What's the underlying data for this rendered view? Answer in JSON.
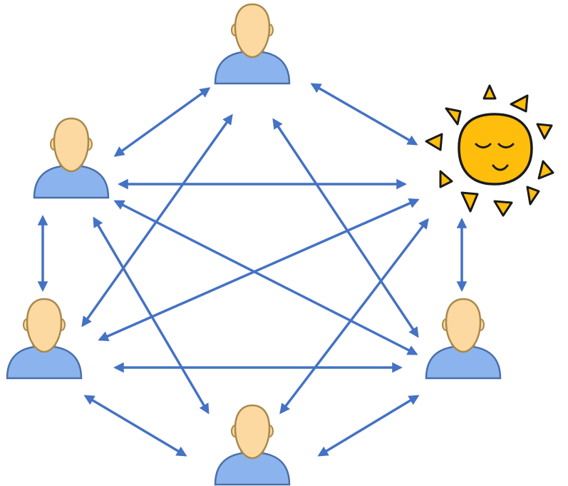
{
  "diagram": {
    "nodes": [
      {
        "id": "top",
        "kind": "person",
        "icon": "person-icon"
      },
      {
        "id": "upper-left",
        "kind": "person",
        "icon": "person-icon"
      },
      {
        "id": "sun",
        "kind": "sun",
        "icon": "smiling-sun-icon"
      },
      {
        "id": "lower-left",
        "kind": "person",
        "icon": "person-icon"
      },
      {
        "id": "lower-right",
        "kind": "person",
        "icon": "person-icon"
      },
      {
        "id": "bottom",
        "kind": "person",
        "icon": "person-icon"
      }
    ],
    "edges": [
      {
        "from": "top",
        "to": "upper-left",
        "direction": "both"
      },
      {
        "from": "top",
        "to": "sun",
        "direction": "both"
      },
      {
        "from": "top",
        "to": "lower-left",
        "direction": "both"
      },
      {
        "from": "top",
        "to": "lower-right",
        "direction": "both"
      },
      {
        "from": "upper-left",
        "to": "sun",
        "direction": "both"
      },
      {
        "from": "upper-left",
        "to": "lower-left",
        "direction": "both"
      },
      {
        "from": "upper-left",
        "to": "lower-right",
        "direction": "both"
      },
      {
        "from": "upper-left",
        "to": "bottom",
        "direction": "both"
      },
      {
        "from": "sun",
        "to": "lower-left",
        "direction": "both"
      },
      {
        "from": "sun",
        "to": "lower-right",
        "direction": "both"
      },
      {
        "from": "sun",
        "to": "bottom",
        "direction": "both"
      },
      {
        "from": "lower-left",
        "to": "lower-right",
        "direction": "both"
      },
      {
        "from": "lower-left",
        "to": "bottom",
        "direction": "both"
      },
      {
        "from": "lower-right",
        "to": "bottom",
        "direction": "both"
      }
    ],
    "colors": {
      "arrow": "#4472c4",
      "skin": "#fcd9a0",
      "skin_outline": "#a8894e",
      "shirt": "#8bb4ee",
      "shirt_outline": "#4a6fa8",
      "sun_fill": "#ffbd0c",
      "sun_outline": "#1a1a1a"
    }
  }
}
